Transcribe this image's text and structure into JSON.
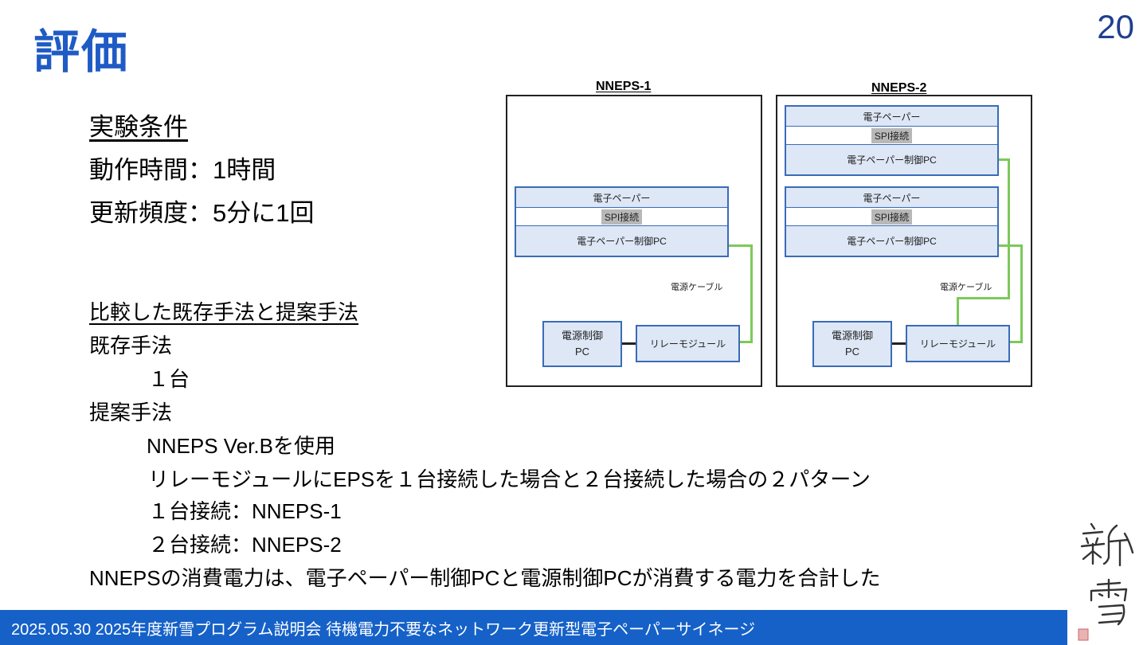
{
  "slide": {
    "title": "評価",
    "page_number": "20"
  },
  "conditions": {
    "heading": "実験条件",
    "line1": "動作時間：1時間",
    "line2": "更新頻度：5分に1回"
  },
  "comparison": {
    "heading": "比較した既存手法と提案手法",
    "existing_label": "既存手法",
    "existing_detail": "１台",
    "proposed_label": "提案手法",
    "proposed_line1": "NNEPS Ver.Bを使用",
    "proposed_line2": "リレーモジュールにEPSを１台接続した場合と２台接続した場合の２パターン",
    "proposed_line3": "１台接続：NNEPS-1",
    "proposed_line4": "２台接続：NNEPS-2",
    "summary": "NNEPSの消費電力は、電子ペーパー制御PCと電源制御PCが消費する電力を合計した"
  },
  "diagram": {
    "nneps1": {
      "title": "NNEPS-1",
      "epaper": "電子ペーパー",
      "spi": "SPI接続",
      "control_pc": "電子ペーパー制御PC",
      "cable": "電源ケーブル",
      "power_pc_line1": "電源制御",
      "power_pc_line2": "PC",
      "relay": "リレーモジュール"
    },
    "nneps2": {
      "title": "NNEPS-2",
      "epaper": "電子ペーパー",
      "spi": "SPI接続",
      "control_pc": "電子ペーパー制御PC",
      "cable": "電源ケーブル",
      "power_pc_line1": "電源制御",
      "power_pc_line2": "PC",
      "relay": "リレーモジュール"
    }
  },
  "footer": {
    "text": "2025.05.30 2025年度新雪プログラム説明会 待機電力不要なネットワーク更新型電子ペーパーサイネージ"
  },
  "logo": {
    "text": "新雪",
    "color": "#333333"
  },
  "colors": {
    "title": "#1f5bc4",
    "footer_bg": "#1561c8",
    "cable": "#7cc95a",
    "box_border": "#3a6bb8",
    "box_fill": "#dde7f5"
  }
}
